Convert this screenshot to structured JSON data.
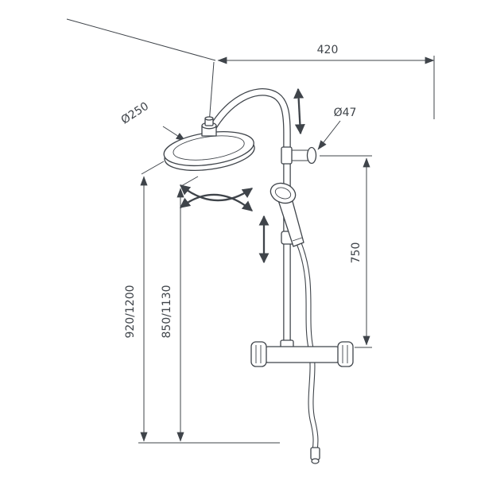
{
  "meta": {
    "type": "technical-dimension-drawing",
    "subject": "shower-column-system",
    "background_color": "#ffffff",
    "line_color": "#3f444a"
  },
  "dimensions": {
    "top_width": "420",
    "head_diameter": "Ø250",
    "bracket_diameter": "Ø47",
    "slide_bar_height": "750",
    "height_to_arm": "850/1130",
    "overall_height": "920/1200"
  },
  "icons": {
    "swivel_arrows": "swivel-arrows-icon",
    "upper_motion_arrow": "height-adjust-arrow-icon",
    "lower_motion_arrow": "slider-arrow-icon"
  }
}
